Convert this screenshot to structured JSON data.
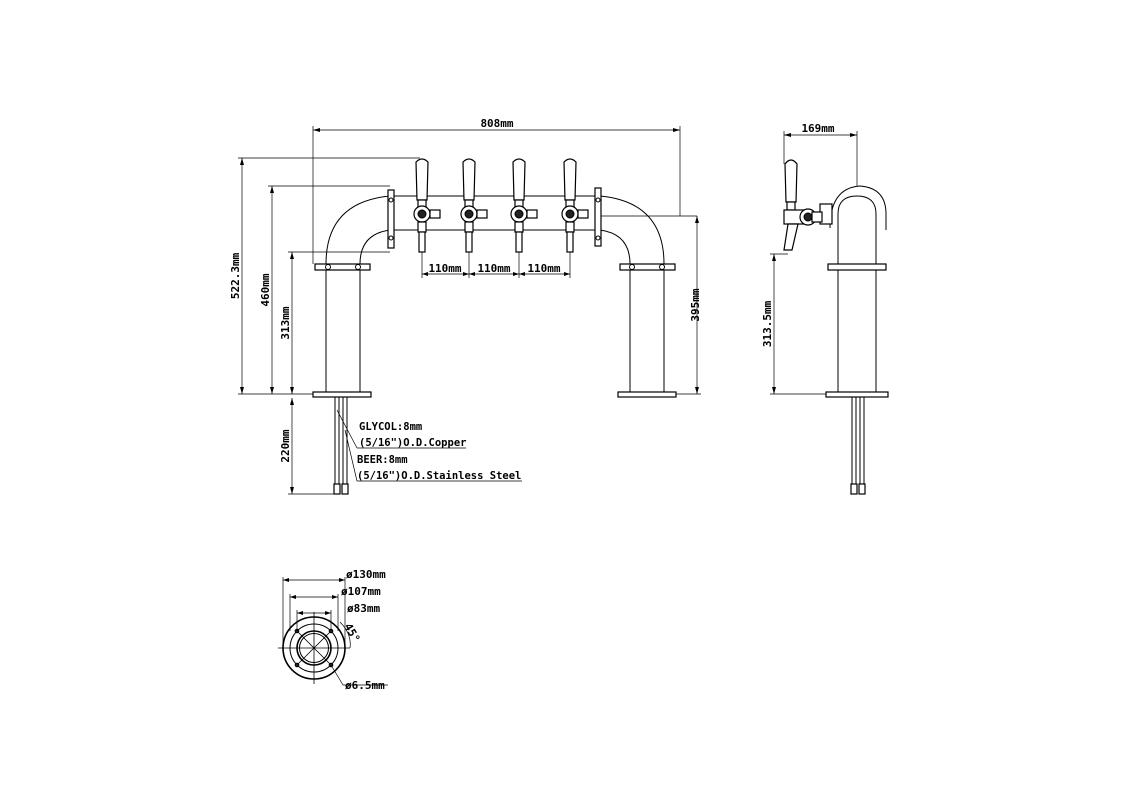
{
  "front_view": {
    "dim_width": "808mm",
    "dim_total_height": "522.3mm",
    "dim_height_460": "460mm",
    "dim_height_313": "313mm",
    "dim_height_395": "395mm",
    "dim_shank": "220mm",
    "tap_spacing": [
      "110mm",
      "110mm",
      "110mm"
    ],
    "notes": {
      "glycol": "GLYCOL:8mm",
      "glycol_spec": "(5/16\")O.D.Copper",
      "beer": "BEER:8mm",
      "beer_spec": "(5/16\")O.D.Stainless Steel"
    }
  },
  "side_view": {
    "dim_depth": "169mm",
    "dim_height": "313.5mm"
  },
  "flange_view": {
    "dia_outer": "ø130mm",
    "dia_bolt_circle": "ø107mm",
    "dia_inner": "ø83mm",
    "angle": "45°",
    "hole_dia": "ø6.5mm"
  }
}
